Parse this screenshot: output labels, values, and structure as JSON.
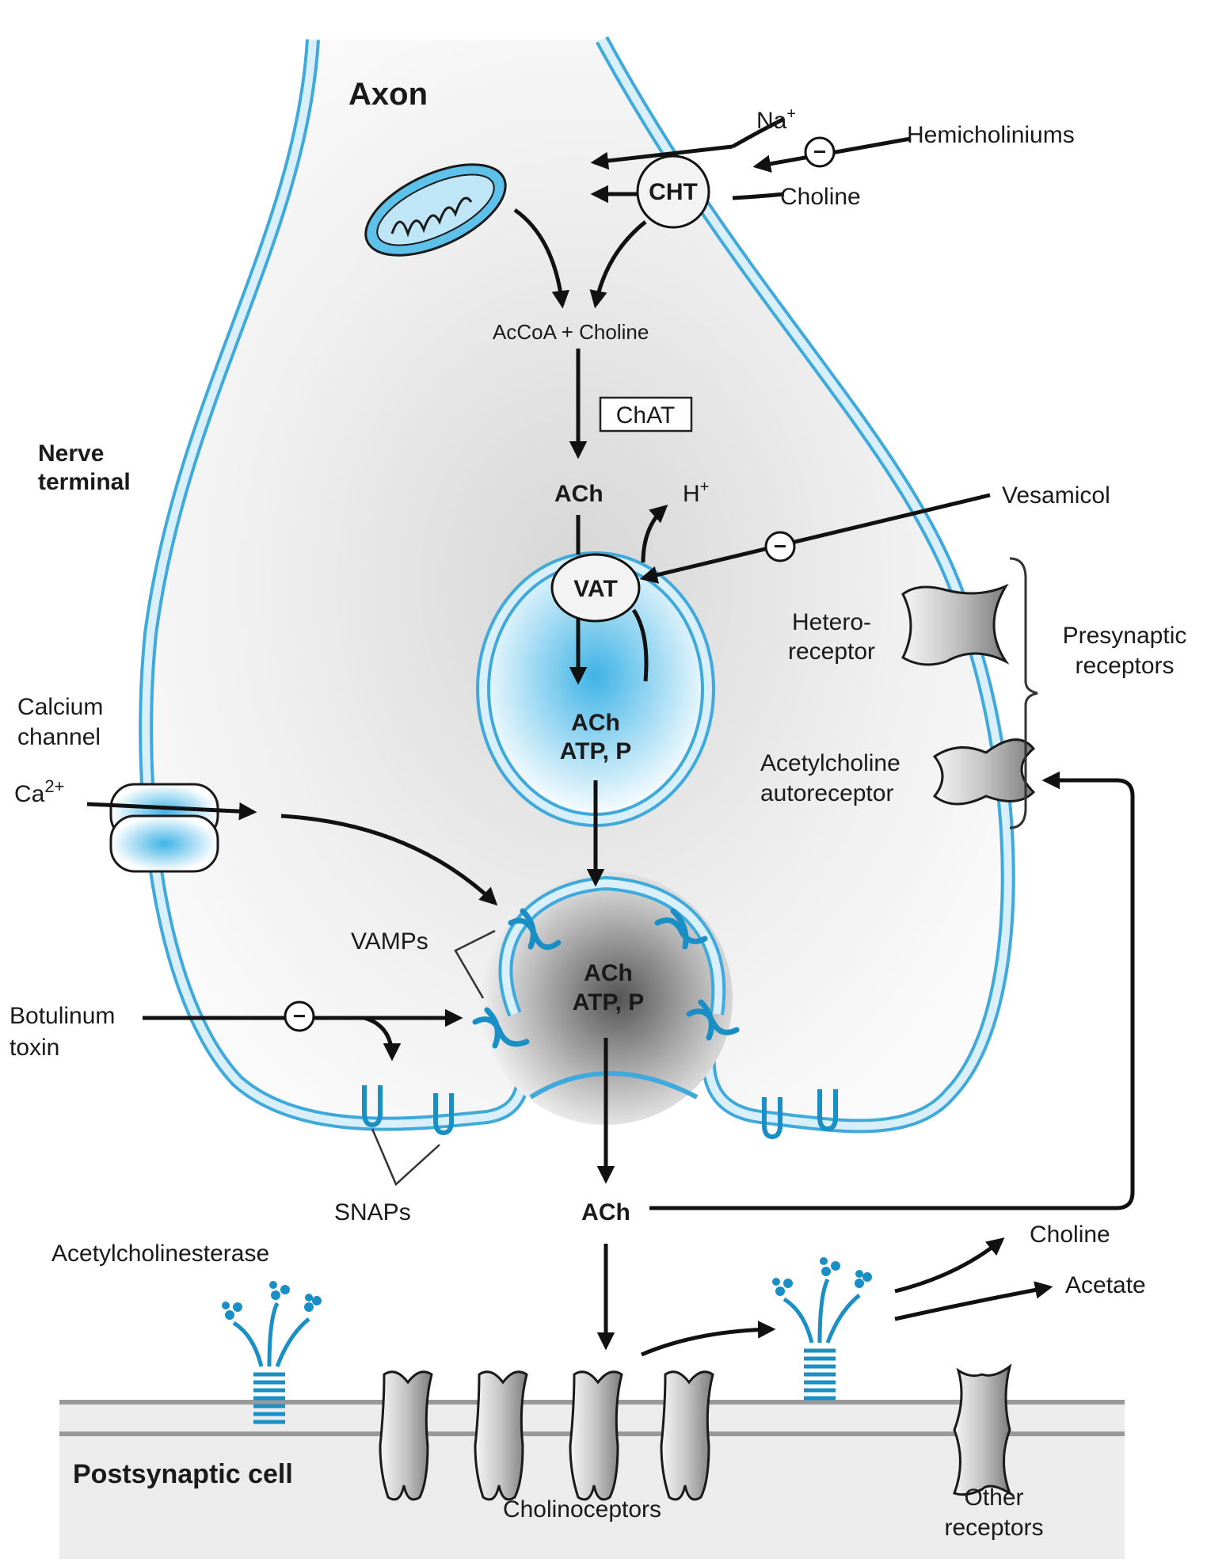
{
  "labels": {
    "axon": "Axon",
    "nerve_terminal_line1": "Nerve",
    "nerve_terminal_line2": "terminal",
    "na": "Na",
    "na_sup": "+",
    "hemicholiniums": "Hemicholiniums",
    "cht": "CHT",
    "choline_in": "Choline",
    "acoa_choline": "AcCoA + Choline",
    "chat": "ChAT",
    "ach_top": "ACh",
    "h": "H",
    "h_sup": "+",
    "vesamicol": "Vesamicol",
    "vat": "VAT",
    "vesicle1_line1": "ACh",
    "vesicle1_line2": "ATP, P",
    "hetero_line1": "Hetero-",
    "hetero_line2": "receptor",
    "presyn_line1": "Presynaptic",
    "presyn_line2": "receptors",
    "calcium_line1": "Calcium",
    "calcium_line2": "channel",
    "ca": "Ca",
    "ca_sup": "2+",
    "autoreceptor_line1": "Acetylcholine",
    "autoreceptor_line2": "autoreceptor",
    "vamps": "VAMPs",
    "vesicle2_line1": "ACh",
    "vesicle2_line2": "ATP, P",
    "botulinum_line1": "Botulinum",
    "botulinum_line2": "toxin",
    "snaps": "SNAPs",
    "ach_released": "ACh",
    "choline_out": "Choline",
    "acetate": "Acetate",
    "acetylcholinesterase": "Acetylcholinesterase",
    "postsynaptic": "Postsynaptic cell",
    "cholinoceptors": "Cholinoceptors",
    "other_line1": "Other",
    "other_line2": "receptors",
    "minus": "−"
  },
  "colors": {
    "membrane": "#3fa9dc",
    "membrane_fill": "#d9f0fa",
    "vesicle_glow": "#4bb8e8",
    "postsynaptic_bg": "#ececec",
    "receptor": "#d8d8d8"
  }
}
